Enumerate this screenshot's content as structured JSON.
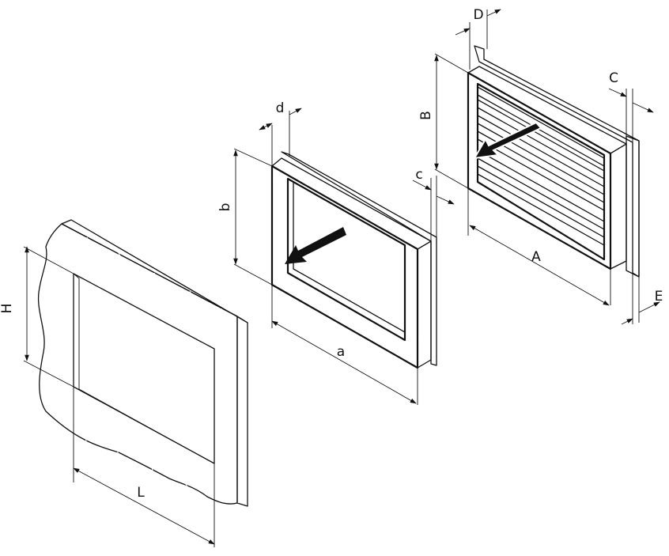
{
  "diagram": {
    "parts": [
      {
        "id": "wall-opening",
        "dims": {
          "width": "L",
          "height": "H"
        }
      },
      {
        "id": "mounting-frame",
        "dims": {
          "width": "a",
          "height": "b",
          "depth": "d",
          "flange": "c"
        }
      },
      {
        "id": "louvre-grille",
        "dims": {
          "width": "A",
          "height": "B",
          "depth": "D",
          "flange": "C",
          "thickness": "E"
        }
      }
    ],
    "labels": {
      "L": "L",
      "H": "H",
      "a": "a",
      "b": "b",
      "c": "c",
      "d": "d",
      "A": "A",
      "B": "B",
      "C": "C",
      "D": "D",
      "E": "E"
    },
    "colors": {
      "line": "#111111",
      "wood": "#bfbfbf",
      "paper": "#ffffff"
    }
  }
}
